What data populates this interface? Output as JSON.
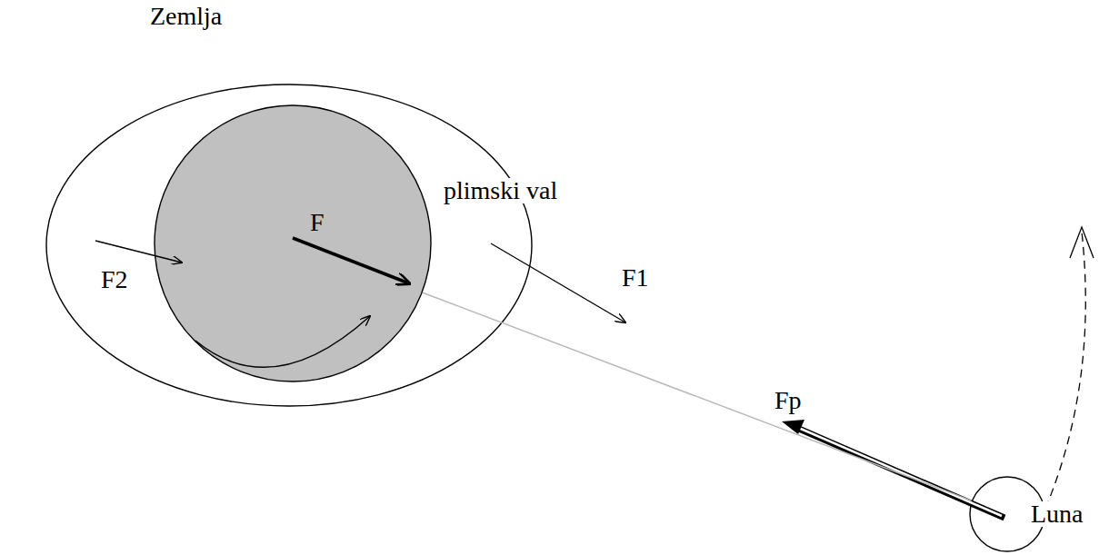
{
  "diagram": {
    "nodes": [
      {
        "text": [
          "Zemlja",
          "plimski val"
        ]
      },
      {
        "text": [
          "F"
        ],
        "in": 0
      },
      {
        "text": [
          "Luna"
        ]
      }
    ],
    "edges": [
      {
        "from": 2,
        "to": 1,
        "arrow": "none",
        "label": "Fp"
      }
    ],
    "labels": [
      "F1",
      "F2"
    ]
  }
}
